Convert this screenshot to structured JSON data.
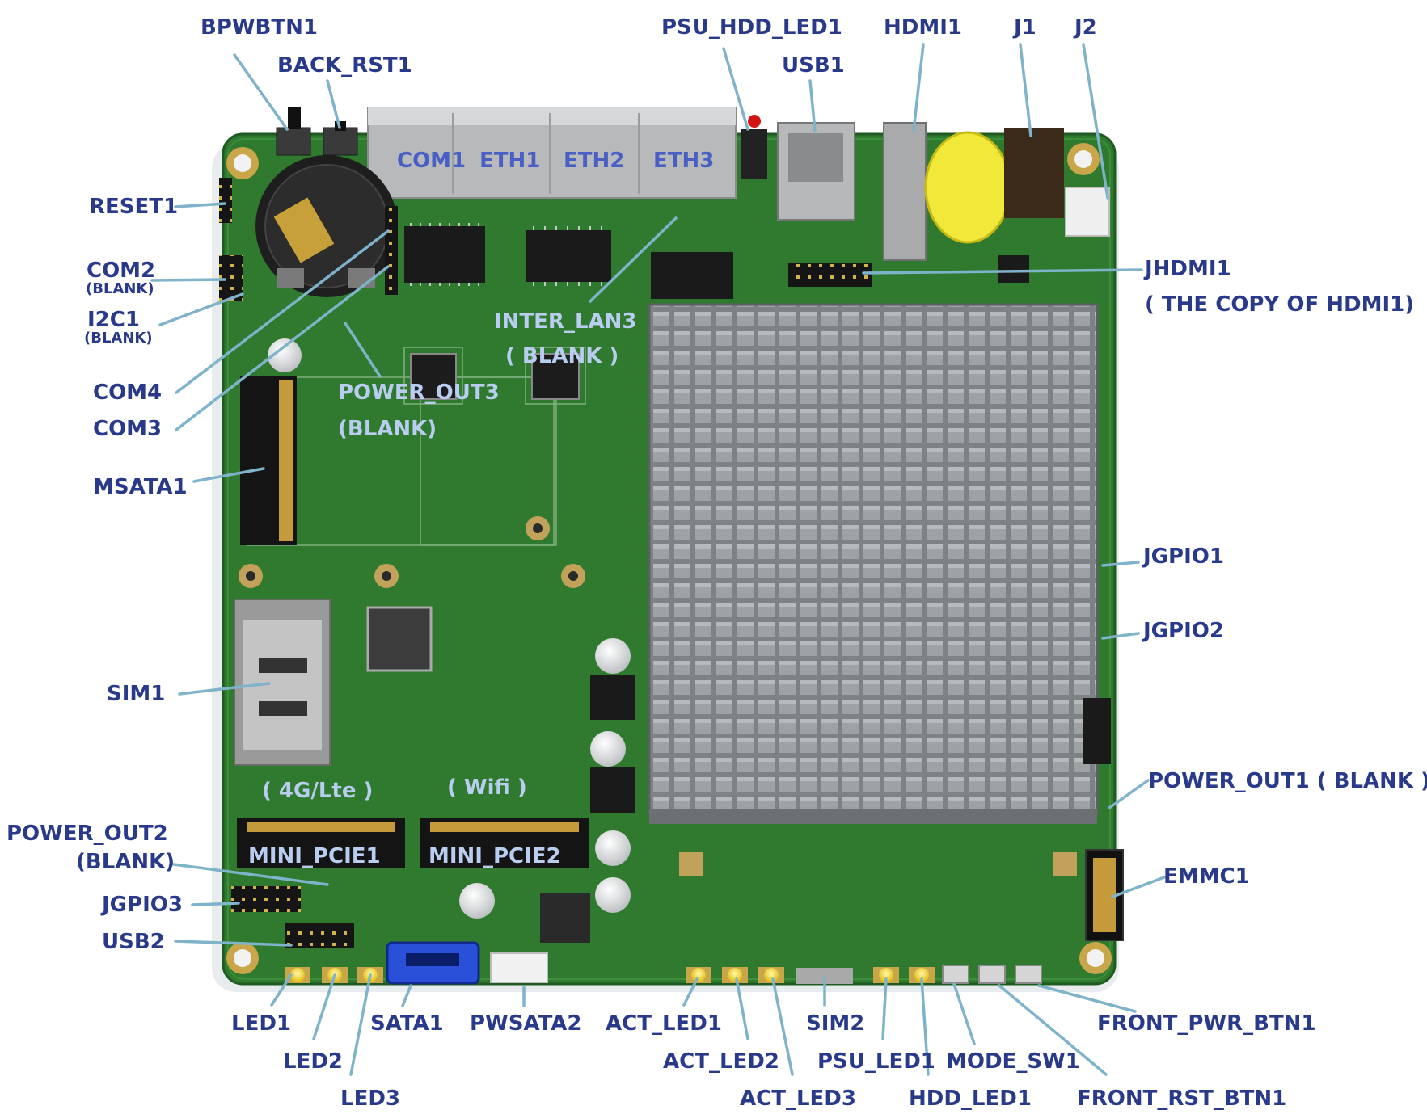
{
  "colors": {
    "label_dark": "#2a3a8a",
    "label_light": "#b9cdf0",
    "label_mid": "#4a5fc4",
    "leader": "#7fb3c9",
    "pcb": "#2f7a2e",
    "pcb_dark": "#1f5a20",
    "heatsink": "#8a8f92",
    "connector_metal": "#b8b9bb",
    "sata_blue": "#2a4fd8",
    "led_yellow": "#f3d21a",
    "battery_yellow": "#f2e83a",
    "mount_hole": "#c9a64a",
    "usb_red_led": "#d41414"
  },
  "labels": {
    "bpwbtn1": "BPWBTN1",
    "back_rst1": "BACK_RST1",
    "psu_hdd_led1": "PSU_HDD_LED1",
    "usb1": "USB1",
    "hdmi1": "HDMI1",
    "j1": "J1",
    "j2": "J2",
    "com1": "COM1",
    "eth1": "ETH1",
    "eth2": "ETH2",
    "eth3": "ETH3",
    "reset1": "RESET1",
    "com2": "COM2",
    "com2_sub": "(BLANK)",
    "i2c1": "I2C1",
    "i2c1_sub": "(BLANK)",
    "com4": "COM4",
    "com3": "COM3",
    "msata1": "MSATA1",
    "sim1": "SIM1",
    "power_out2": "POWER_OUT2",
    "power_out2_sub": "(BLANK)",
    "jgpio3": "JGPIO3",
    "usb2": "USB2",
    "led1": "LED1",
    "led2": "LED2",
    "led3": "LED3",
    "sata1": "SATA1",
    "pwsata2": "PWSATA2",
    "act_led1": "ACT_LED1",
    "act_led2": "ACT_LED2",
    "act_led3": "ACT_LED3",
    "sim2": "SIM2",
    "psu_led1": "PSU_LED1",
    "hdd_led1": "HDD_LED1",
    "mode_sw1": "MODE_SW1",
    "front_pwr_btn1": "FRONT_PWR_BTN1",
    "front_rst_btn1": "FRONT_RST_BTN1",
    "emmc1": "EMMC1",
    "power_out1": "POWER_OUT1 ( BLANK )",
    "jgpio1": "JGPIO1",
    "jgpio2": "JGPIO2",
    "jhdmi1": "JHDMI1",
    "jhdmi1_sub": "( THE COPY OF HDMI1)",
    "inter_lan3": "INTER_LAN3",
    "inter_lan3_sub": "( BLANK )",
    "power_out3": "POWER_OUT3",
    "power_out3_sub": "(BLANK)",
    "lte": "( 4G/Lte )",
    "wifi": "( Wifi )",
    "mini_pcie1": "MINI_PCIE1",
    "mini_pcie2": "MINI_PCIE2"
  }
}
